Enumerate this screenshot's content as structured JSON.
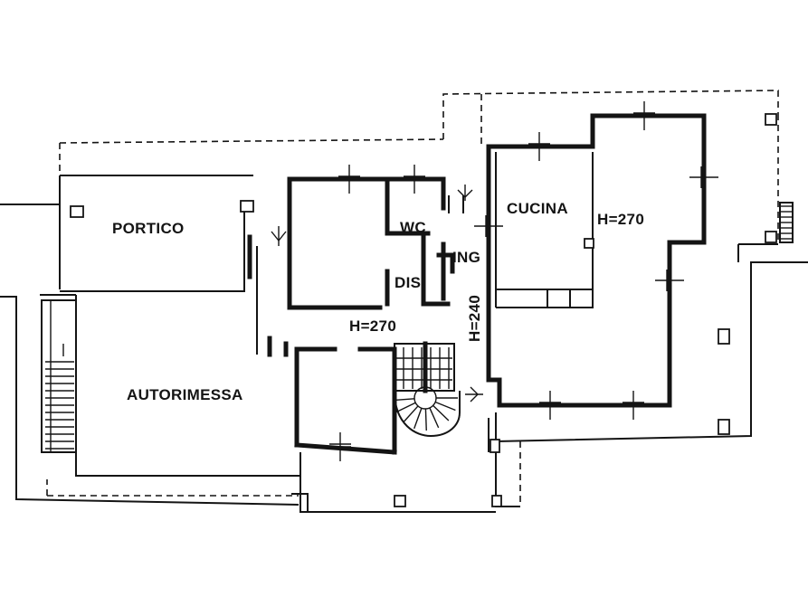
{
  "rooms": {
    "portico": "PORTICO",
    "autorimessa": "AUTORIMESSA",
    "wc": "WC",
    "dis": "DIS",
    "ing": "ING",
    "cucina": "CUCINA"
  },
  "heights": {
    "cucina": "H=270",
    "corridoio": "H=270",
    "ingresso": "H=240"
  },
  "colors": {
    "ink": "#141414",
    "paper": "#ffffff"
  }
}
